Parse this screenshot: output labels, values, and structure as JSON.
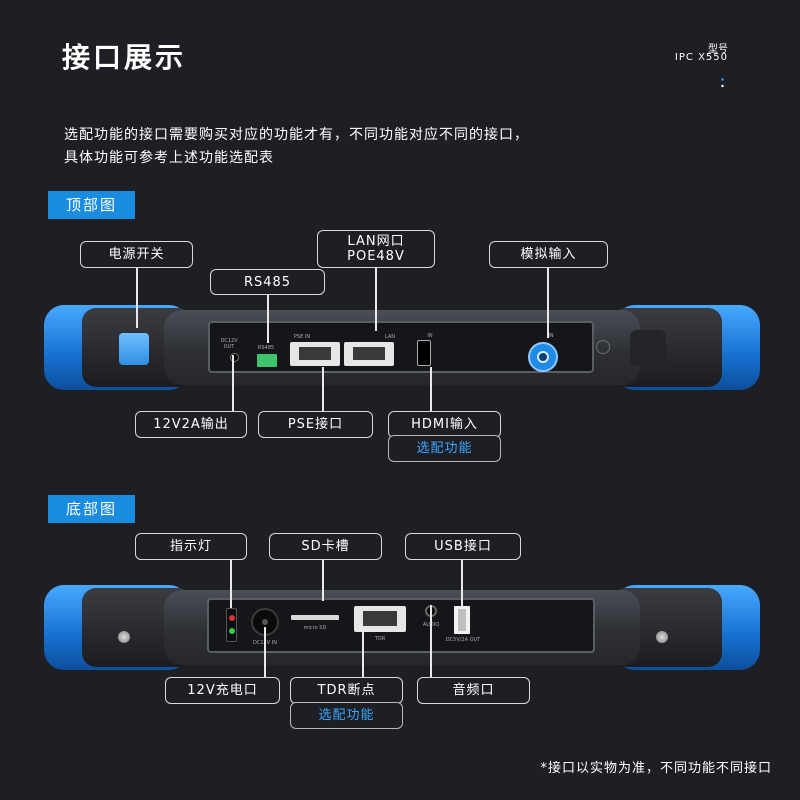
{
  "header": {
    "title": "接口展示",
    "model_label": "型号",
    "model_value": "IPC X550"
  },
  "description": {
    "line1": "选配功能的接口需要购买对应的功能才有，不同功能对应不同的接口，",
    "line2": "具体功能可参考上述功能选配表"
  },
  "top_section": {
    "tag": "顶部图",
    "callouts": {
      "power_switch": "电源开关",
      "rs485": "RS485",
      "lan_line1": "LAN网口",
      "lan_line2": "POE48V",
      "analog_input": "模拟输入",
      "out_12v": "12V2A输出",
      "pse": "PSE接口",
      "hdmi": "HDMI输入",
      "optional": "选配功能"
    },
    "port_labels": {
      "dc": "DC12V OUT",
      "rs485": "RS485",
      "pse": "PSE IN",
      "lan": "LAN",
      "hdmi": "IN",
      "bnc": "IN"
    }
  },
  "bottom_section": {
    "tag": "底部图",
    "callouts": {
      "indicator": "指示灯",
      "sd_slot": "SD卡槽",
      "usb": "USB接口",
      "charge": "12V充电口",
      "tdr": "TDR断点",
      "audio": "音频口",
      "optional": "选配功能"
    },
    "port_labels": {
      "dc_in": "DC12V IN",
      "sd": "micro SD",
      "tdr": "TDR",
      "audio": "AUDIO",
      "usb": "DC5V/2A OUT"
    }
  },
  "footnote": "*接口以实物为准，不同功能不同接口",
  "colors": {
    "background": "#1d1f25",
    "accent_blue": "#1a8ce0",
    "optional_text": "#3aa7ff",
    "led_red": "#e03030",
    "led_green": "#2fcf4a",
    "rs485_terminal": "#3ec46a"
  }
}
